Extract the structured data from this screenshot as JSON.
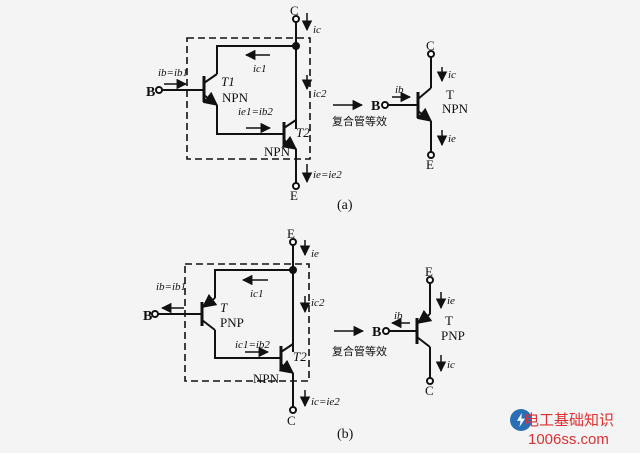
{
  "colors": {
    "ink": "#111111",
    "background": "#f4f4f4",
    "watermark": "#e03030",
    "watermark_logo": "#2a6fb5"
  },
  "a": {
    "caption": "(a)",
    "C": "C",
    "B": "B",
    "E": "E",
    "ic": "ic",
    "ic1": "ic1",
    "ic2": "ic2",
    "ie_eq_ie2": "ie=ie2",
    "ib_eq_ib1": "ib=ib1",
    "T1": "T1",
    "T1_type": "NPN",
    "ie1_eq_ib2": "ie1=ib2",
    "T2": "T2",
    "T2_type": "NPN",
    "equiv_label": "复合管等效",
    "eq_C": "C",
    "eq_B": "B",
    "eq_E": "E",
    "eq_ib": "ib",
    "eq_ic": "ic",
    "eq_ie": "ie",
    "eq_T": "T",
    "eq_type": "NPN"
  },
  "b": {
    "caption": "(b)",
    "E": "E",
    "B": "B",
    "C": "C",
    "ie": "ie",
    "ic1": "ic1",
    "ic2": "ic2",
    "ic_eq_ie2": "ic=ie2",
    "ib_eq_ib1": "ib=ib1",
    "T": "T",
    "T_type": "PNP",
    "ic1_eq_ib2": "ic1=ib2",
    "T2": "T2",
    "T2_type": "NPN",
    "equiv_label": "复合管等效",
    "eq_E": "E",
    "eq_B": "B",
    "eq_C": "C",
    "eq_ib": "ib",
    "eq_ie": "ie",
    "eq_ic": "ic",
    "eq_T": "T",
    "eq_type": "PNP"
  },
  "watermark": {
    "line1": "电工基础知识",
    "line2": "1006ss.com"
  }
}
